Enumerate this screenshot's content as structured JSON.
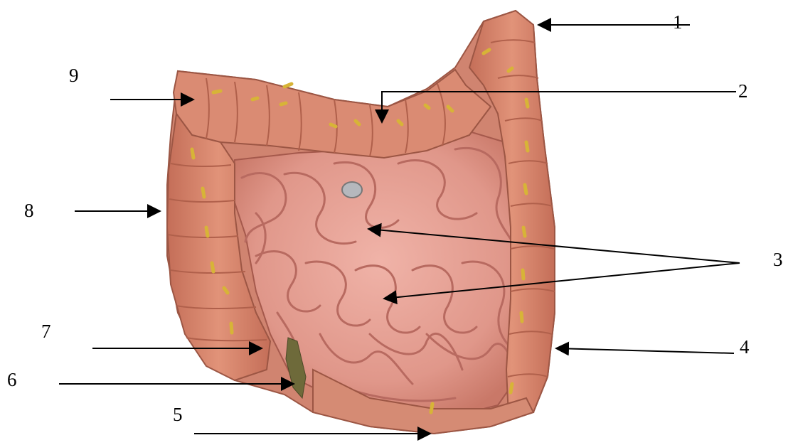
{
  "labels": [
    {
      "id": "1",
      "text": "1"
    },
    {
      "id": "2",
      "text": "2"
    },
    {
      "id": "3",
      "text": "3"
    },
    {
      "id": "4",
      "text": "4"
    },
    {
      "id": "5",
      "text": "5"
    },
    {
      "id": "6",
      "text": "6"
    },
    {
      "id": "7",
      "text": "7"
    },
    {
      "id": "8",
      "text": "8"
    },
    {
      "id": "9",
      "text": "9"
    }
  ],
  "colors": {
    "colon": "#d98870",
    "colon_shade": "#b2604c",
    "small_intestine": "#e79f93",
    "small_intestine_shade": "#b86a60",
    "fat_tags": "#d7b437",
    "arrow": "#000000"
  }
}
